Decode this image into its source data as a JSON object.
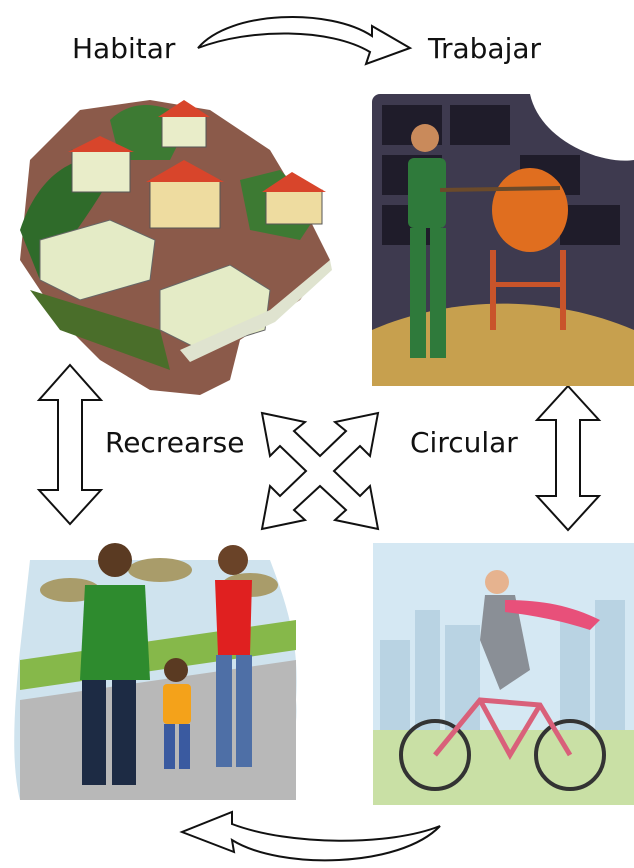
{
  "labels": {
    "habitar": "Habitar",
    "trabajar": "Trabajar",
    "recrearse": "Recrearse",
    "circular": "Circular"
  },
  "colors": {
    "arrow_stroke": "#111111",
    "arrow_fill": "#ffffff",
    "house_wall": "#e9edc9",
    "roof": "#d8452b",
    "worker_green": "#2f7a3b",
    "mixer_orange": "#e06e1f",
    "family_green": "#2e8b2e",
    "red_sweater": "#e02020",
    "sky_blue": "#cfe3ee",
    "bike_pink": "#d9607a"
  },
  "icons": [
    "houses-illustration",
    "worker-illustration",
    "family-illustration",
    "cyclist-illustration",
    "curved-arrow-top",
    "curved-arrow-bottom",
    "double-arrow-left",
    "double-arrow-right",
    "four-way-arrow"
  ]
}
